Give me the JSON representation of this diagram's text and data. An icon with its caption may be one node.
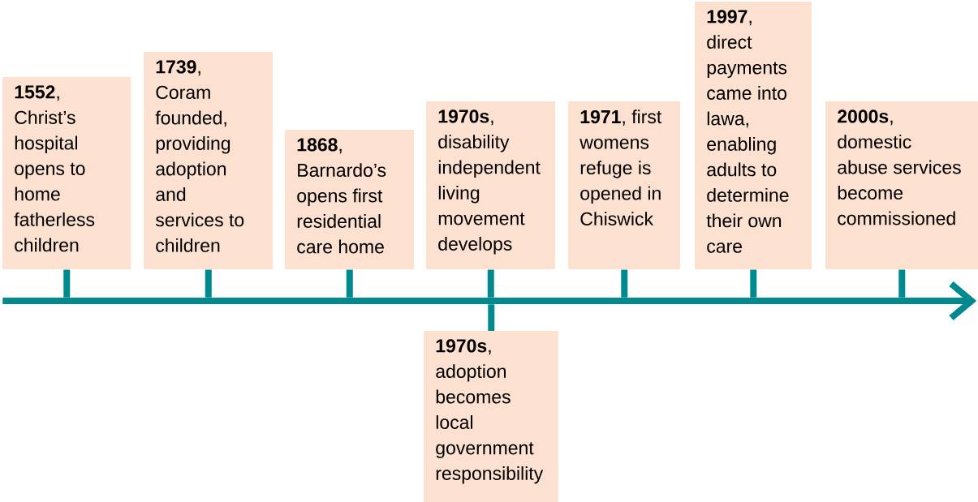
{
  "diagram": {
    "nodes": [
      {
        "text": [
          "**1552**, Christ’s hospital opens to home fatherless children"
        ]
      },
      {
        "text": [
          "**1739**, Coram founded, providing adoption and services to children"
        ]
      },
      {
        "text": [
          "**1868**, Barnardo’s opens first residential care home"
        ]
      },
      {
        "text": [
          "**1970s**, disability independent living movement develops"
        ]
      },
      {
        "text": [
          "**1970s**, adoption becomes local government responsibility"
        ]
      },
      {
        "text": [
          "**1971**, first womens refuge is opened in Chiswick"
        ]
      },
      {
        "text": [
          "**1997**, direct payments came into lawa, enabling adults to determine their own care"
        ]
      },
      {
        "text": [
          "**2000s**, domestic abuse services become commissioned"
        ]
      },
      {
        "text": [],
        "shape": "bar"
      }
    ],
    "edges": [
      {
        "from": 0,
        "to": 8,
        "arrow": "none"
      },
      {
        "from": 1,
        "to": 8,
        "arrow": "none"
      },
      {
        "from": 2,
        "to": 8,
        "arrow": "none"
      },
      {
        "from": 3,
        "to": 8,
        "arrow": "none"
      },
      {
        "from": 4,
        "to": 8,
        "arrow": "none"
      },
      {
        "from": 5,
        "to": 8,
        "arrow": "none"
      },
      {
        "from": 6,
        "to": 8,
        "arrow": "none"
      },
      {
        "from": 7,
        "to": 8,
        "arrow": "none"
      }
    ]
  }
}
